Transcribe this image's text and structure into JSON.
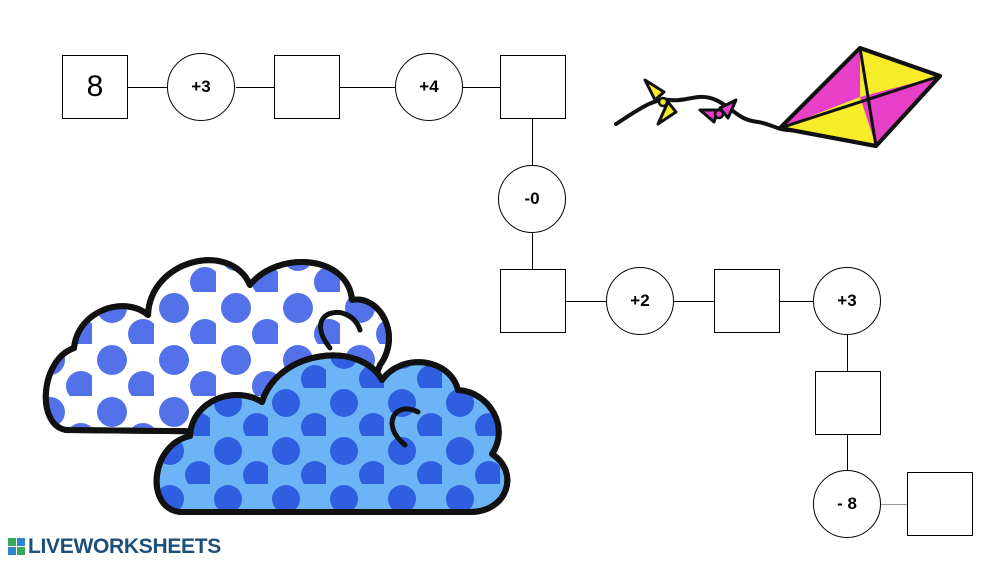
{
  "chain": {
    "start_value": "8",
    "ops": [
      "+3",
      "+4",
      "-0",
      "+2",
      "+3",
      "- 8"
    ],
    "answers": [
      "",
      "",
      "",
      "",
      "",
      ""
    ]
  },
  "brand": {
    "text": "LIVEWORKSHEETS"
  },
  "colors": {
    "cloud_back_fill": "#ffffff",
    "cloud_front_fill": "#6cb4f5",
    "polka_dot": "#4a6be8",
    "kite_pink": "#e83fc8",
    "kite_yellow": "#f6ec2a",
    "brand_blue": "#1e4f7a"
  },
  "decorations": [
    "cloud-back",
    "cloud-front",
    "kite"
  ]
}
